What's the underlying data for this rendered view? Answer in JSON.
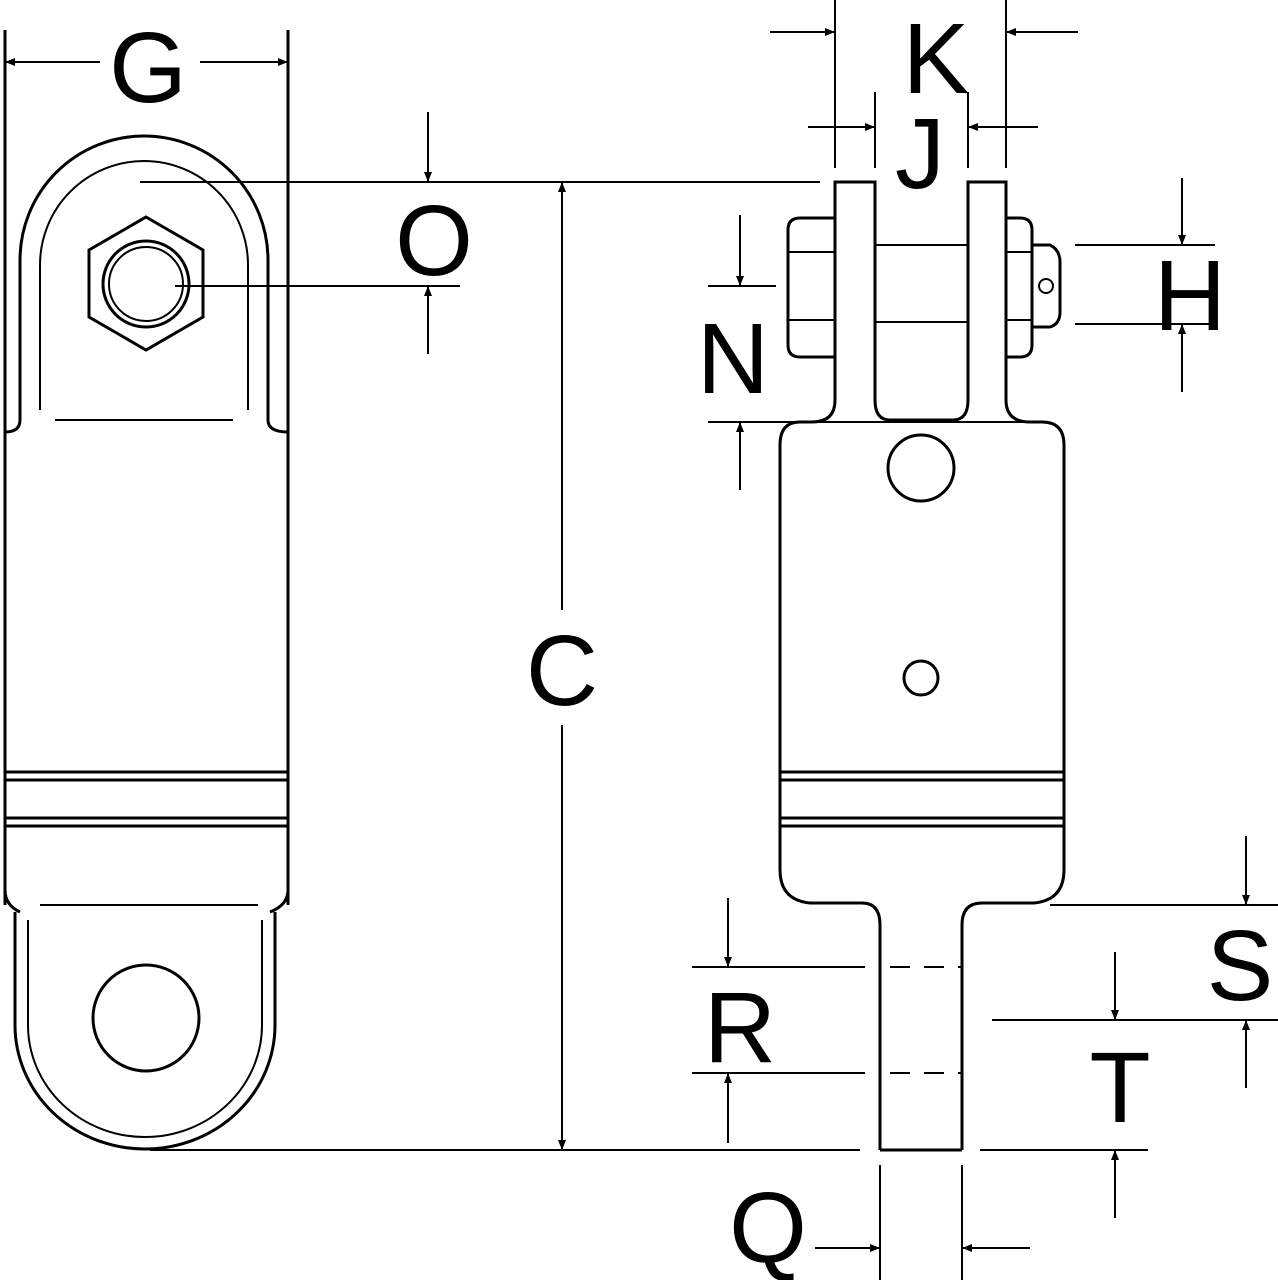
{
  "diagram": {
    "labels": {
      "G": "G",
      "O": "O",
      "C": "C",
      "K": "K",
      "J": "J",
      "N": "N",
      "H": "H",
      "R": "R",
      "S": "S",
      "T": "T",
      "Q": "Q"
    },
    "line_color": "#000000",
    "background": "#ffffff"
  }
}
